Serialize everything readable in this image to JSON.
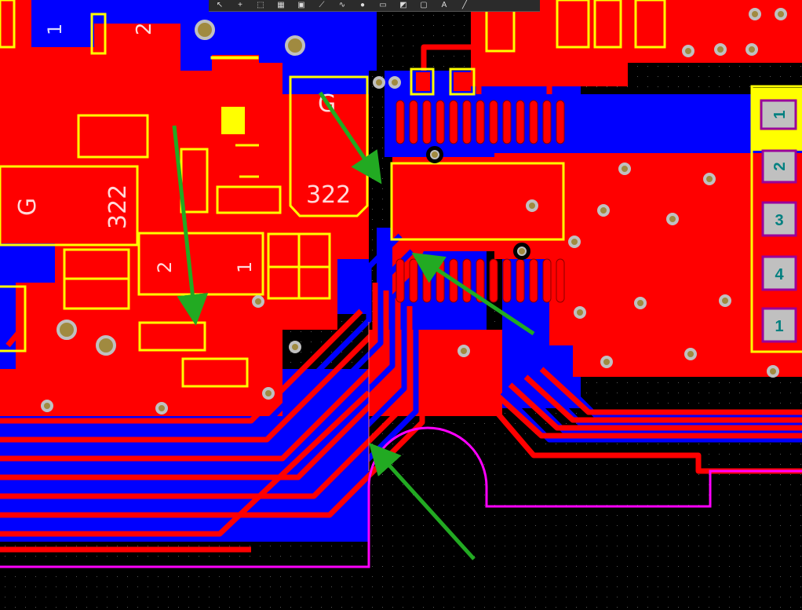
{
  "toolbar": {
    "tools": [
      {
        "name": "select-tool",
        "glyph": "↖"
      },
      {
        "name": "interactive-route-tool",
        "glyph": "+"
      },
      {
        "name": "rect-select-tool",
        "glyph": "⬚"
      },
      {
        "name": "chart-tool",
        "glyph": "▦"
      },
      {
        "name": "component-tool",
        "glyph": "▣"
      },
      {
        "name": "route-tool",
        "glyph": "⟋"
      },
      {
        "name": "diff-pair-tool",
        "glyph": "∿"
      },
      {
        "name": "via-tool",
        "glyph": "●"
      },
      {
        "name": "fill-tool",
        "glyph": "▭"
      },
      {
        "name": "polygon-tool",
        "glyph": "◩"
      },
      {
        "name": "region-tool",
        "glyph": "▢"
      },
      {
        "name": "text-tool",
        "glyph": "A"
      },
      {
        "name": "line-tool",
        "glyph": "╱"
      }
    ]
  },
  "labels": {
    "pad_1_top": "1",
    "pad_2_top": "2",
    "g_left": "G",
    "code_left": "322",
    "g_center": "G",
    "code_center": "322",
    "pad_2_mid": "2",
    "pad_1_mid": "1"
  },
  "connector": {
    "pins": [
      "1",
      "2",
      "3",
      "4",
      "1"
    ]
  },
  "colors": {
    "top_layer": "#ff0000",
    "bottom_layer": "#0000ff",
    "overlay": "#ffff00",
    "outline": "#ff00ff",
    "pad": "#c0c0c0",
    "arrow": "#22aa22"
  }
}
